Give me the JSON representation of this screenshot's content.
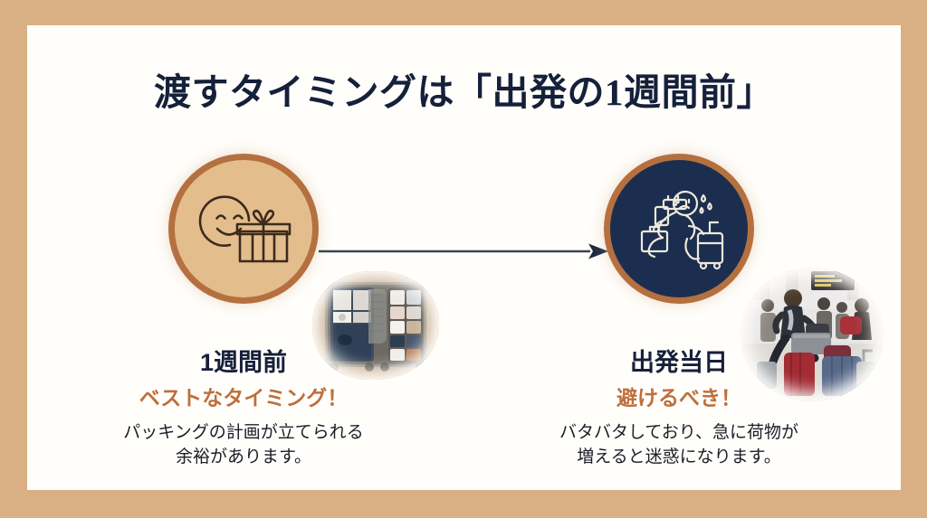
{
  "frame": {
    "border_color": "#d9b084",
    "panel_color": "#fffefb"
  },
  "title": {
    "text": "渡すタイミングは「出発の1週間前」",
    "color": "#15203a"
  },
  "arrow": {
    "name": "flow-arrow",
    "color": "#24304a",
    "direction": "left-to-right"
  },
  "columns": [
    {
      "id": "one-week-before",
      "circle": {
        "icon": "smiley-gift-icon",
        "fill": "#e4bd8d",
        "border": "#b5703f",
        "stroke": "#3b2b1d"
      },
      "photo": "packed-suitcase-photo",
      "heading": "1週間前",
      "tagline": "ベストなタイミング！",
      "tagline_color": "#be6f3c",
      "body_lines": [
        "パッキングの計画が立てられる",
        "余裕があります。"
      ]
    },
    {
      "id": "departure-day",
      "circle": {
        "icon": "rushing-traveler-icon",
        "fill": "#1b2e4f",
        "border": "#b5703f",
        "stroke": "#f0ece0"
      },
      "photo": "crowded-airport-photo",
      "heading": "出発当日",
      "tagline": "避けるべき！",
      "tagline_color": "#be6f3c",
      "body_lines": [
        "バタバタしており、急に荷物が",
        "増えると迷惑になります。"
      ]
    }
  ]
}
